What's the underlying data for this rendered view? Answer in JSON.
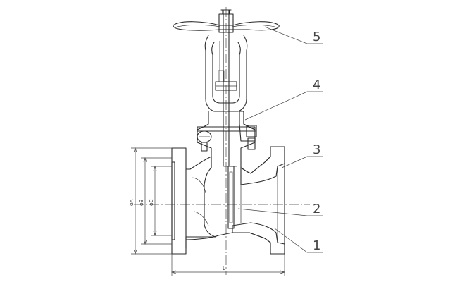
{
  "callouts": [
    {
      "num": "5"
    },
    {
      "num": "4"
    },
    {
      "num": "3"
    },
    {
      "num": "2"
    },
    {
      "num": "1"
    }
  ],
  "dimensions": {
    "length": "L",
    "outer_dia": "φA",
    "bolt_circle": "φB",
    "raised_face": "φC"
  },
  "colors": {
    "line": "#2b2b2b",
    "leader": "#444444",
    "background": "#ffffff"
  }
}
